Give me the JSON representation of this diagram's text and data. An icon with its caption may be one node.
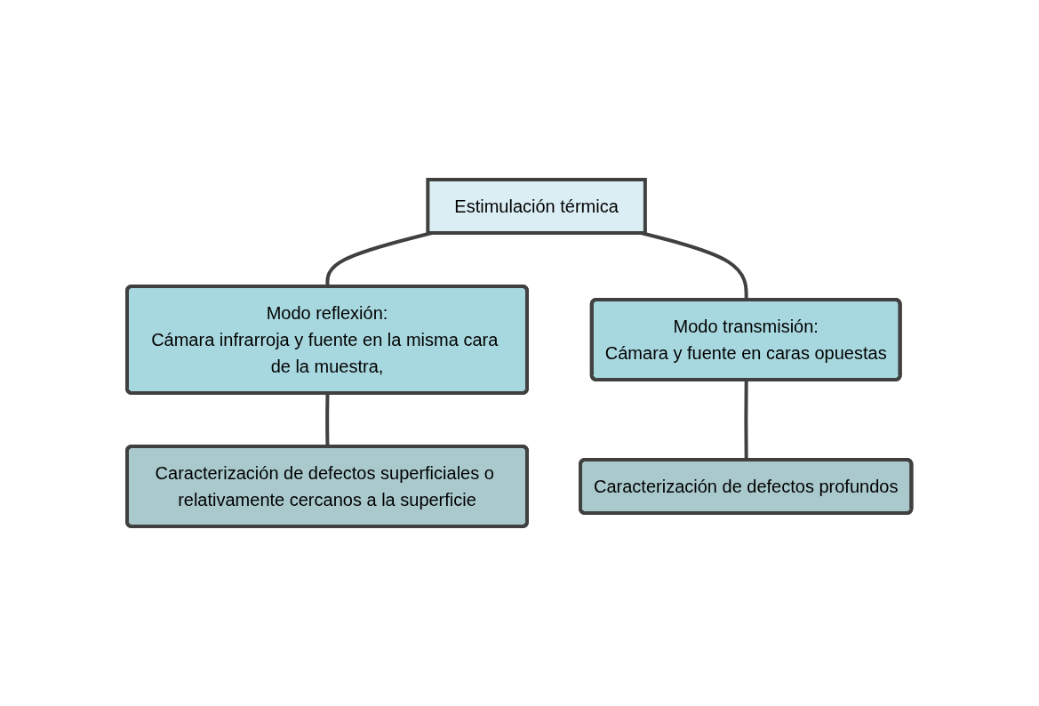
{
  "diagram": {
    "nodes": [
      {
        "text": [
          "Estimulación térmica"
        ]
      },
      {
        "text": [
          "Modo reflexión:",
          "Cámara infrarroja y fuente en la misma cara de la muestra,"
        ]
      },
      {
        "text": [
          "Caracterización de defectos superficiales o relativamente cercanos a la superficie"
        ]
      },
      {
        "text": [
          "Modo transmisión:",
          "Cámara y fuente en caras opuestas"
        ]
      },
      {
        "text": [
          "Caracterización de defectos profundos"
        ]
      }
    ],
    "edges": [
      {
        "from": 0,
        "to": 1,
        "arrow": "none"
      },
      {
        "from": 1,
        "to": 2,
        "arrow": "none"
      },
      {
        "from": 0,
        "to": 3,
        "arrow": "none"
      },
      {
        "from": 3,
        "to": 4,
        "arrow": "none"
      }
    ]
  }
}
